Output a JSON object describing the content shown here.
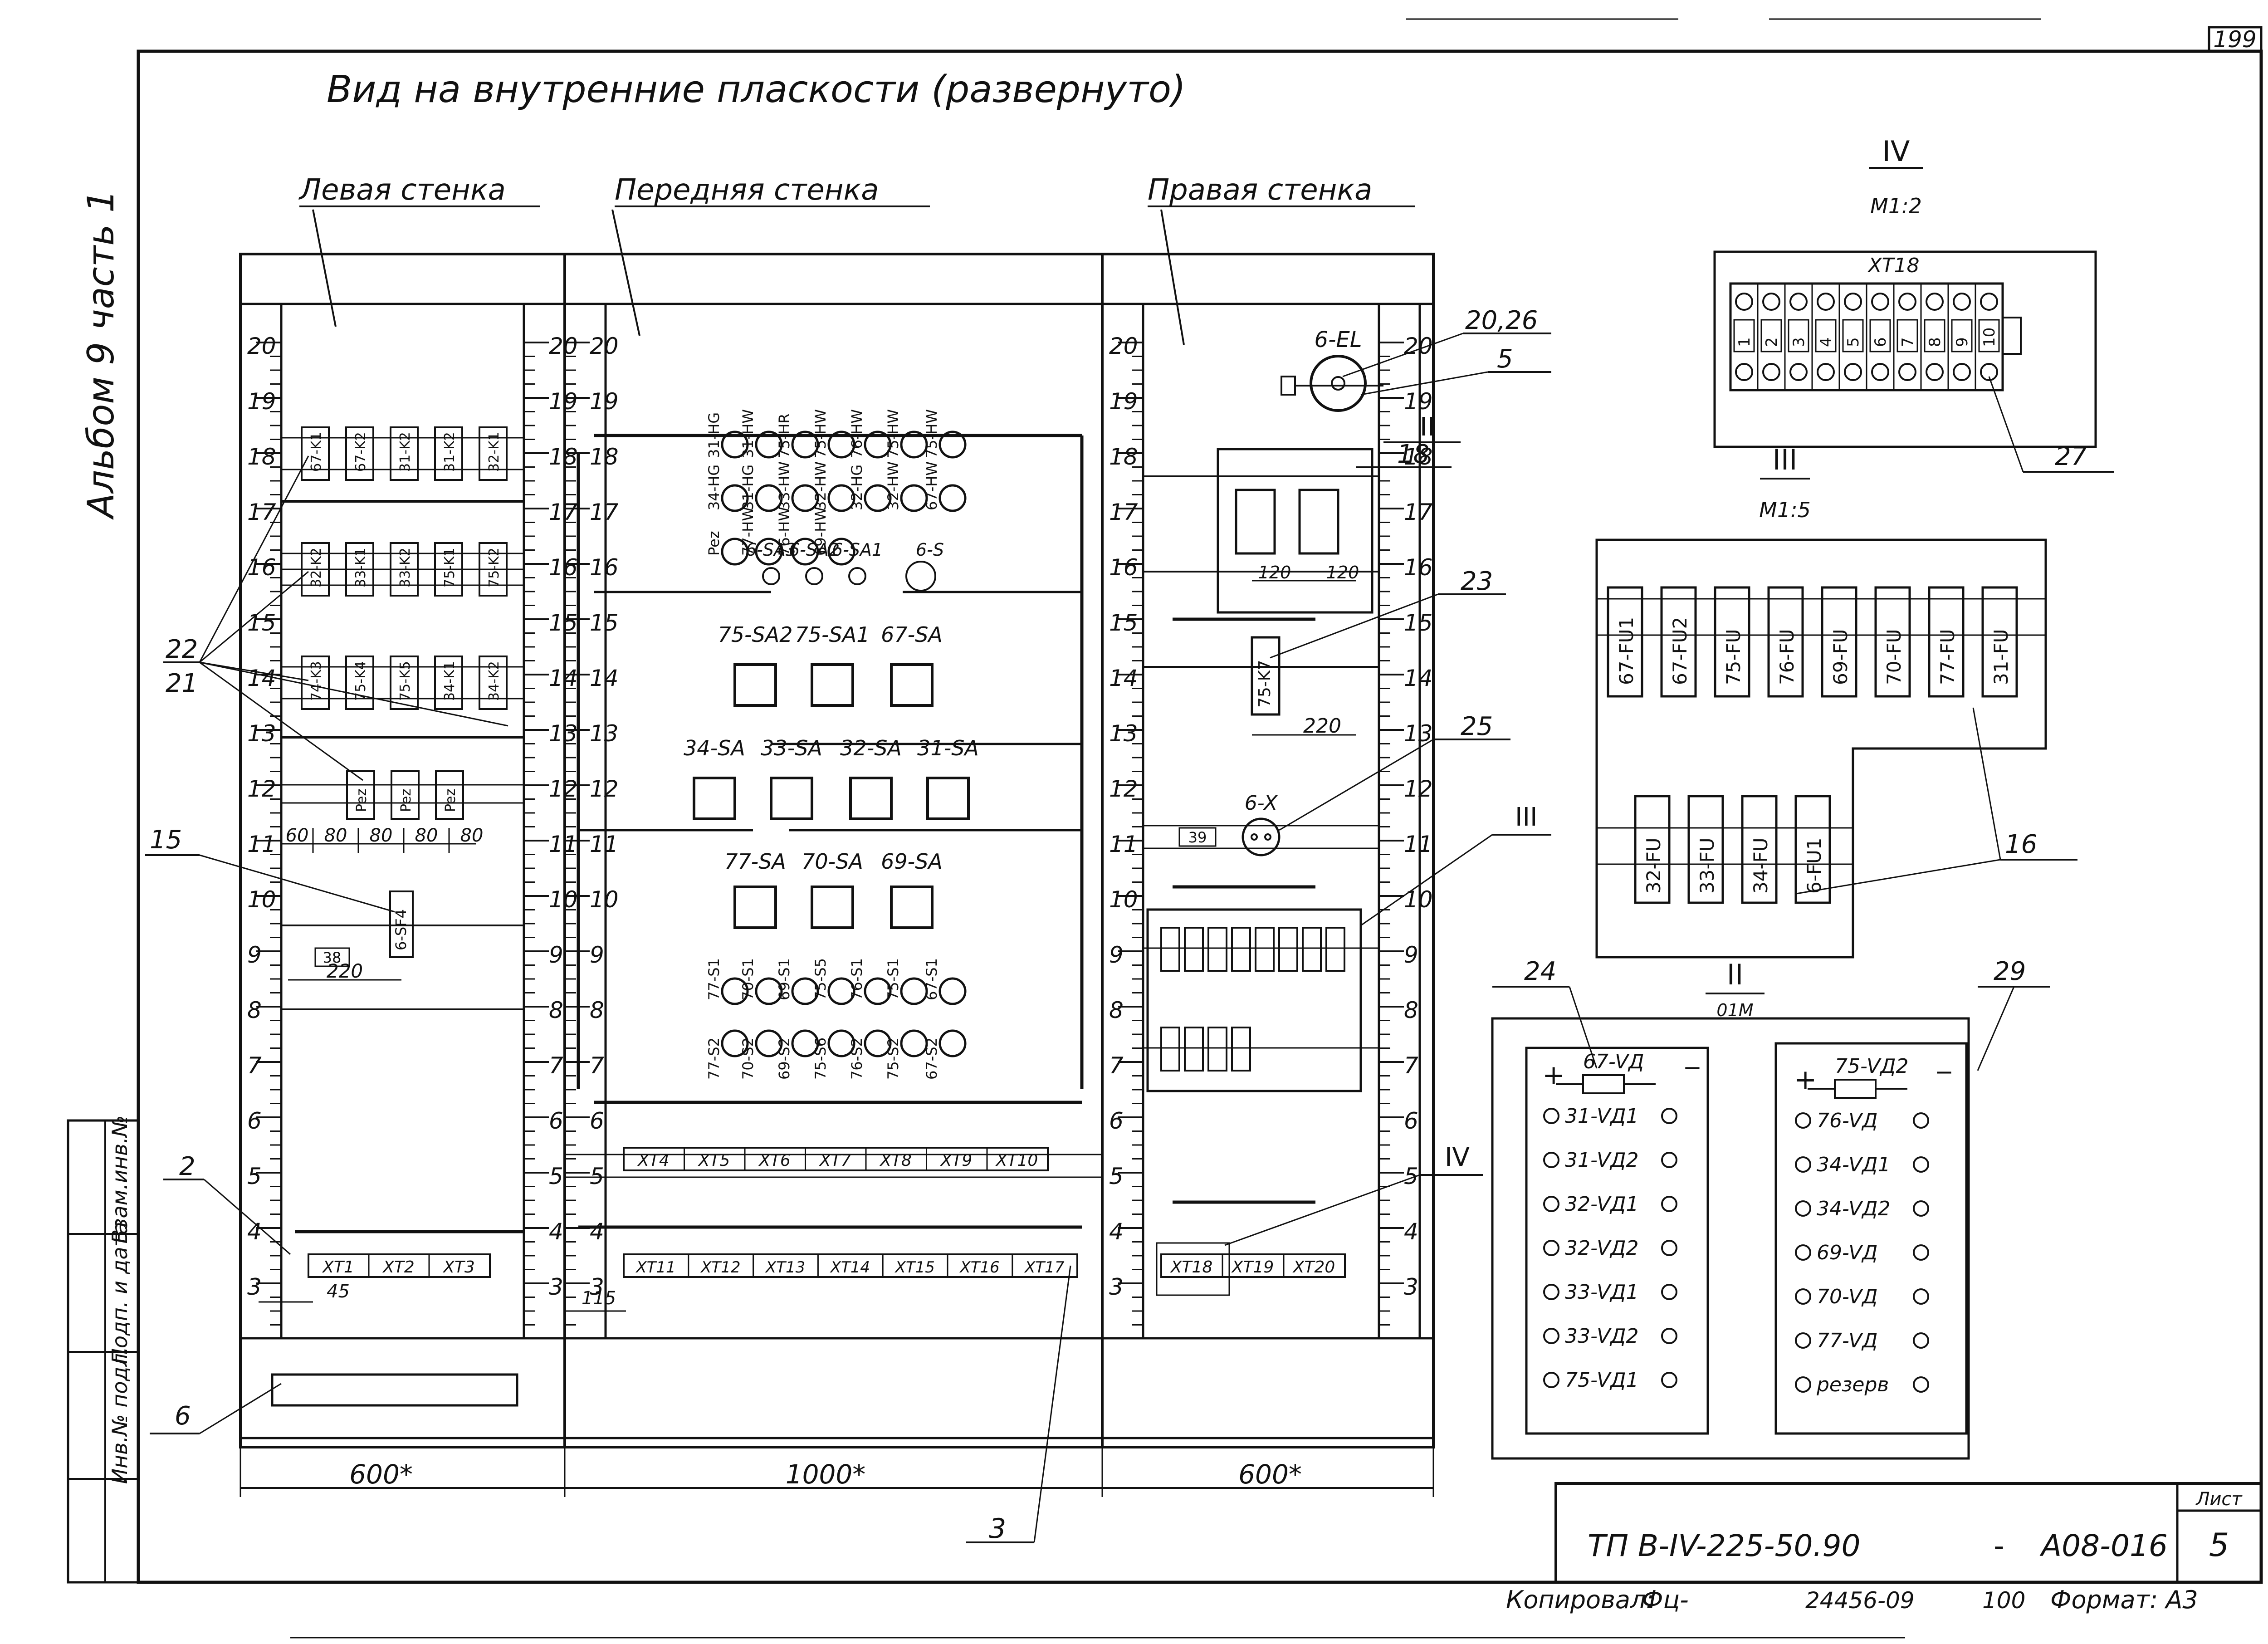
{
  "sheet_number_top": "199",
  "title": "Вид на внутренние пласкости (развернуто)",
  "album_note": "Альбом 9 часть 1",
  "walls": {
    "left": "Левая стенка",
    "front": "Передняя стенка",
    "right": "Правая стенка"
  },
  "scale_numbers": [
    "20",
    "19",
    "18",
    "17",
    "16",
    "15",
    "14",
    "13",
    "12",
    "11",
    "10",
    "9",
    "8",
    "7",
    "6",
    "5",
    "4",
    "3"
  ],
  "left_wall": {
    "relays_row1": [
      "67-K1",
      "67-K2",
      "31-K2",
      "31-K2",
      "32-K1"
    ],
    "relays_row2": [
      "32-K2",
      "33-K1",
      "33-K2",
      "75-K1",
      "75-K2"
    ],
    "relays_row3": [
      "74-K3",
      "75-K4",
      "75-K5",
      "34-K1",
      "34-K2"
    ],
    "pez": [
      "Pez",
      "Pez",
      "Pez"
    ],
    "dims_row": [
      "60",
      "80",
      "80",
      "80",
      "80"
    ],
    "breaker": "6-SF4",
    "dim_38": "38",
    "dim_220": "220",
    "terminals": [
      "XT1",
      "XT2",
      "XT3"
    ],
    "dim_45": "45"
  },
  "front_wall": {
    "lamps_top": [
      "31-HG",
      "31-HW",
      "75-HR",
      "75-HW",
      "76-HW",
      "75-HW",
      "75-HW"
    ],
    "lamps_mid": [
      "34-HG",
      "31-HG",
      "33-HW",
      "32-HW",
      "32-HG",
      "32-HW",
      "67-HW"
    ],
    "lamps_bot": [
      "Pez",
      "77-HW",
      "76-HW",
      "69-HW"
    ],
    "small_switches": [
      "6-SA3",
      "6-SA2",
      "6-SA1",
      "6-S"
    ],
    "sw_row1": [
      "75-SA2",
      "75-SA1",
      "67-SA"
    ],
    "sw_row2": [
      "34-SA",
      "33-SA",
      "32-SA",
      "31-SA"
    ],
    "sw_row3": [
      "77-SA",
      "70-SA",
      "69-SA"
    ],
    "buttons_top": [
      "77-S1",
      "70-S1",
      "69-S1",
      "75-S5",
      "76-S1",
      "75-S1",
      "67-S1"
    ],
    "buttons_bot": [
      "77-S2",
      "70-S2",
      "69-S2",
      "75-S6",
      "76-S2",
      "75-S2",
      "67-S2"
    ],
    "terminals_upper": [
      "XT4",
      "XT5",
      "XT6",
      "XT7",
      "XT8",
      "XT9",
      "XT10"
    ],
    "terminals_lower": [
      "XT11",
      "XT12",
      "XT13",
      "XT14",
      "XT15",
      "XT16",
      "XT17"
    ],
    "dim_115": "115"
  },
  "right_wall": {
    "lamp": "6-EL",
    "callout_20_26": "20,26",
    "callout_5": "5",
    "callout_18": "18",
    "dim_120a": "120",
    "dim_120b": "120",
    "relay": "75-K7",
    "dim_220": "220",
    "socket": "6-X",
    "dim_39": "39",
    "terminals": [
      "XT18",
      "XT19",
      "XT20"
    ]
  },
  "callouts": {
    "c22": "22",
    "c21": "21",
    "c15": "15",
    "c2": "2",
    "c6": "6",
    "c3": "3",
    "c23": "23",
    "c25": "25",
    "c16": "16",
    "c24": "24",
    "c29": "29",
    "c27": "27"
  },
  "roman": {
    "II": "II",
    "III": "III",
    "IV": "IV"
  },
  "bottom_dims": {
    "left": "600*",
    "front": "1000*",
    "right": "600*"
  },
  "detail_IV": {
    "label": "IV",
    "scale": "M1:2",
    "name": "XT18",
    "numbers": [
      "1",
      "2",
      "3",
      "4",
      "5",
      "6",
      "7",
      "8",
      "9",
      "10"
    ]
  },
  "detail_III": {
    "label": "III",
    "scale": "M1:5",
    "fuses_top": [
      "67-FU1",
      "67-FU2",
      "75-FU",
      "76-FU",
      "69-FU",
      "70-FU",
      "77-FU",
      "31-FU"
    ],
    "fuses_bot": [
      "32-FU",
      "33-FU",
      "34-FU",
      "6-FU1"
    ]
  },
  "detail_II": {
    "label": "II",
    "scale": "01M",
    "left_title": "67-VД",
    "left_rows": [
      "31-VД1",
      "31-VД2",
      "32-VД1",
      "32-VД2",
      "33-VД1",
      "33-VД2",
      "75-VД1"
    ],
    "right_title": "75-VД2",
    "right_rows": [
      "76-VД",
      "34-VД1",
      "34-VД2",
      "69-VД",
      "70-VД",
      "77-VД",
      "резерв"
    ],
    "plus": "+",
    "minus": "−"
  },
  "side_stamps": [
    "Взам.инв.№",
    "Подп. и дата",
    "Инв.№ подл."
  ],
  "stamp": {
    "code": "ТП В-IV-225-50.90",
    "dash": "-",
    "code2": "А08-016",
    "sheet_label": "Лист",
    "sheet": "5"
  },
  "copied": {
    "label": "Копировал:",
    "sign": "Фц-",
    "number": "24456-09",
    "qty": "100",
    "format": "Формат: А3"
  }
}
